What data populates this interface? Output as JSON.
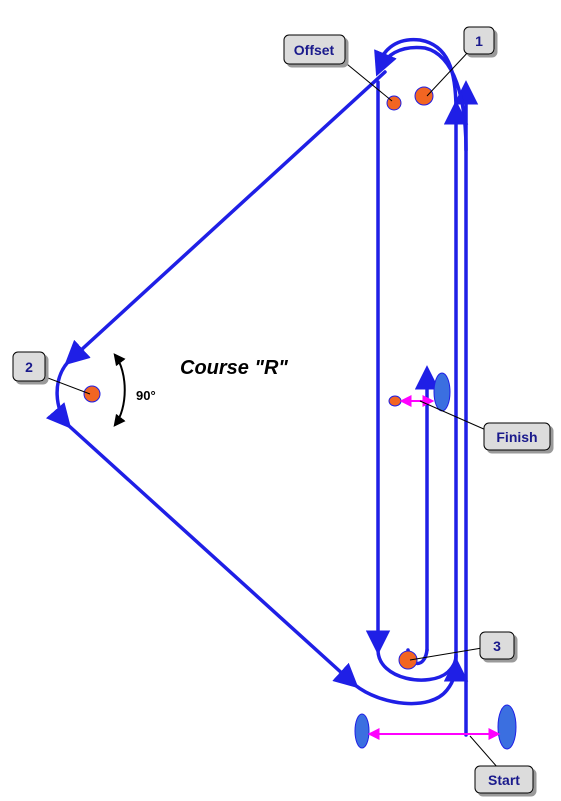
{
  "diagram": {
    "title": "Course \"R\"",
    "angle_label": "90°",
    "callouts": {
      "mark_1": "1",
      "mark_2": "2",
      "mark_3": "3",
      "offset": "Offset",
      "finish": "Finish",
      "start": "Start"
    }
  },
  "colors": {
    "course_line": "#1f1fe6",
    "mark": "#f26522",
    "mark_outline": "#1f1fe6",
    "pin_boat": "#3b6fe0",
    "line_marker": "#ff00ff",
    "callout_fill": "#dcdcdc",
    "callout_text": "#1a1a8c"
  },
  "icons": {
    "arrowhead": "arrowhead-icon",
    "mark": "mark-buoy-icon",
    "pin_boat": "pin-boat-icon"
  }
}
